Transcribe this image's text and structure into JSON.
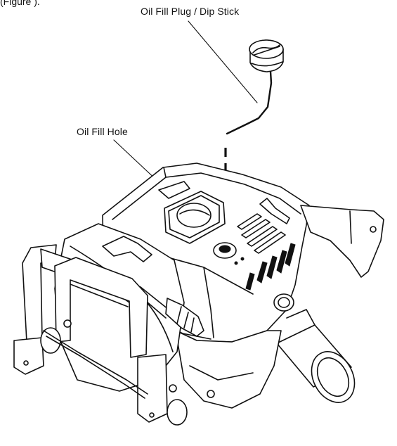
{
  "figure": {
    "top_partial_text": "(Figure  ).",
    "callouts": {
      "dipstick": "Oil Fill Plug / Dip Stick",
      "fill_hole": "Oil Fill Hole"
    }
  }
}
